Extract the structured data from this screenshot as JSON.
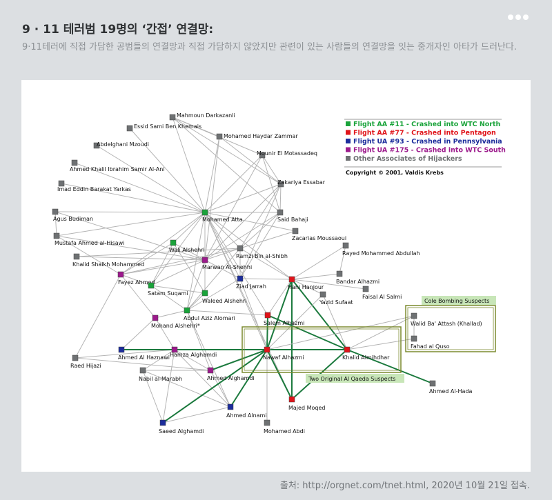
{
  "header": {
    "title": "9 · 11 테러범 19명의 ‘간접’ 연결망:",
    "description": "9·11테러에 직접 가담한 공범들의 연결망과 직접 가담하지 않았지만 관련이 있는 사람들의 연결망을 잇는 중개자인 아타가 드러난다."
  },
  "footer": {
    "source": "출처: http://orgnet.com/tnet.html, 2020년 10월 21일 접속."
  },
  "legend": {
    "items": [
      {
        "label": "Flight AA #11 - Crashed into WTC North",
        "color": "#1aa33a"
      },
      {
        "label": "Flight AA #77 - Crashed into Pentagon",
        "color": "#e0141a"
      },
      {
        "label": "Flight UA #93 - Crashed in Pennsylvania",
        "color": "#1c2d9c"
      },
      {
        "label": "Flight UA #175 - Crashed into WTC South",
        "color": "#9c1a8c"
      },
      {
        "label": "Other Associates of Hijackers",
        "color": "#6e7173"
      }
    ],
    "copyright": "Copyright © 2001, Valdis Krebs"
  },
  "groups": [
    {
      "id": "cole",
      "label": "Cole Bombing Suspects"
    },
    {
      "id": "qaeda",
      "label": "Two Original Al Qaeda Suspects"
    }
  ],
  "colors": {
    "green": "#1aa33a",
    "red": "#e0141a",
    "blue": "#1c2d9c",
    "purple": "#9c1a8c",
    "gray": "#6e7173",
    "edge_gray": "#b4b4b4",
    "edge_green": "#1c7a3e",
    "box_border": "#7b8a2e",
    "box_label_bg": "#c8e6b8"
  },
  "nodes": [
    {
      "id": "mahmoun",
      "label": "Mahmoun Darkazanli",
      "type": "gray"
    },
    {
      "id": "essid",
      "label": "Essid Sami Ben Khemais",
      "type": "gray"
    },
    {
      "id": "haydar",
      "label": "Mohamed Haydar Zammar",
      "type": "gray"
    },
    {
      "id": "mzoudi",
      "label": "Abdelghani Mzoudi",
      "type": "gray"
    },
    {
      "id": "motassadeq",
      "label": "Mounir El Motassadeq",
      "type": "gray"
    },
    {
      "id": "ahmedkhalil",
      "label": "Ahmed Khalil Ibrahim Samir Al-Ani",
      "type": "gray"
    },
    {
      "id": "zakariya",
      "label": "Zakariya Essabar",
      "type": "gray"
    },
    {
      "id": "imad",
      "label": "Imad Eddin Barakat Yarkas",
      "type": "gray"
    },
    {
      "id": "agus",
      "label": "Agus Budiman",
      "type": "gray"
    },
    {
      "id": "atta",
      "label": "Mohamed Atta",
      "type": "green"
    },
    {
      "id": "bahaji",
      "label": "Said Bahaji",
      "type": "gray"
    },
    {
      "id": "moussaoui",
      "label": "Zacarias Moussaoui",
      "type": "gray"
    },
    {
      "id": "mustafa",
      "label": "Mustafa Ahmed al-Hisawi",
      "type": "gray"
    },
    {
      "id": "walisheh",
      "label": "Wali Alshehri",
      "type": "green"
    },
    {
      "id": "ramzi",
      "label": "Ramzi Bin al-Shibh",
      "type": "gray"
    },
    {
      "id": "rayed",
      "label": "Rayed Mohammed Abdullah",
      "type": "gray"
    },
    {
      "id": "khalidsheikh",
      "label": "Khalid Shaikh Mohammed",
      "type": "gray"
    },
    {
      "id": "marwan",
      "label": "Marwan Al-Shehhi",
      "type": "purple"
    },
    {
      "id": "fayez",
      "label": "Fayez Ahmed",
      "type": "purple"
    },
    {
      "id": "bandar",
      "label": "Bandar Alhazmi",
      "type": "gray"
    },
    {
      "id": "jarrah",
      "label": "Ziad Jarrah",
      "type": "blue"
    },
    {
      "id": "hanjour",
      "label": "Hani Hanjour",
      "type": "red"
    },
    {
      "id": "satam",
      "label": "Satam Suqami",
      "type": "green"
    },
    {
      "id": "faisal",
      "label": "Faisal Al Salmi",
      "type": "gray"
    },
    {
      "id": "waleed",
      "label": "Waleed Alshehri",
      "type": "green"
    },
    {
      "id": "yazid",
      "label": "Yazid Sufaat",
      "type": "gray"
    },
    {
      "id": "omari",
      "label": "Abdul Aziz Alomari",
      "type": "green"
    },
    {
      "id": "salem",
      "label": "Salem Alhazmi",
      "type": "red"
    },
    {
      "id": "mohand",
      "label": "Mohand Alshehri*",
      "type": "purple"
    },
    {
      "id": "walid",
      "label": "Walid Ba' Attash (Khallad)",
      "type": "gray"
    },
    {
      "id": "fahad",
      "label": "Fahad al Quso",
      "type": "gray"
    },
    {
      "id": "raed",
      "label": "Raed Hijazi",
      "type": "gray"
    },
    {
      "id": "haznawi",
      "label": "Ahmed Al Haznawi",
      "type": "blue"
    },
    {
      "id": "hamza",
      "label": "Hamza Alghamdi",
      "type": "purple"
    },
    {
      "id": "nawaf",
      "label": "Nawaf Alhazmi",
      "type": "red"
    },
    {
      "id": "mihdhar",
      "label": "Khalid Almihdhar",
      "type": "red"
    },
    {
      "id": "nabil",
      "label": "Nabil al-Marabh",
      "type": "gray"
    },
    {
      "id": "ahmedghamdi",
      "label": "Ahmed Alghamdi",
      "type": "purple"
    },
    {
      "id": "ahmedhada",
      "label": "Ahmed Al-Hada",
      "type": "gray"
    },
    {
      "id": "majed",
      "label": "Majed Moqed",
      "type": "red"
    },
    {
      "id": "alnami",
      "label": "Ahmed Alnami",
      "type": "blue"
    },
    {
      "id": "saeed",
      "label": "Saeed Alghamdi",
      "type": "blue"
    },
    {
      "id": "abdi",
      "label": "Mohamed Abdi",
      "type": "gray"
    }
  ],
  "edges": [
    [
      "mahmoun",
      "haydar"
    ],
    [
      "mahmoun",
      "atta"
    ],
    [
      "mahmoun",
      "zakariya"
    ],
    [
      "mahmoun",
      "bahaji"
    ],
    [
      "mahmoun",
      "motassadeq"
    ],
    [
      "essid",
      "atta"
    ],
    [
      "mzoudi",
      "atta"
    ],
    [
      "ahmedkhalil",
      "atta"
    ],
    [
      "imad",
      "atta"
    ],
    [
      "agus",
      "atta"
    ],
    [
      "haydar",
      "atta"
    ],
    [
      "haydar",
      "marwan"
    ],
    [
      "haydar",
      "zakariya"
    ],
    [
      "motassadeq",
      "atta"
    ],
    [
      "motassadeq",
      "marwan"
    ],
    [
      "motassadeq",
      "zakariya"
    ],
    [
      "motassadeq",
      "bahaji"
    ],
    [
      "zakariya",
      "atta"
    ],
    [
      "zakariya",
      "marwan"
    ],
    [
      "zakariya",
      "bahaji"
    ],
    [
      "zakariya",
      "jarrah"
    ],
    [
      "zakariya",
      "ramzi"
    ],
    [
      "bahaji",
      "atta"
    ],
    [
      "bahaji",
      "marwan"
    ],
    [
      "bahaji",
      "jarrah"
    ],
    [
      "bahaji",
      "ramzi"
    ],
    [
      "agus",
      "marwan"
    ],
    [
      "agus",
      "mustafa"
    ],
    [
      "mustafa",
      "marwan"
    ],
    [
      "mustafa",
      "atta"
    ],
    [
      "mustafa",
      "fayez"
    ],
    [
      "khalidsheikh",
      "marwan"
    ],
    [
      "khalidsheikh",
      "ramzi"
    ],
    [
      "atta",
      "marwan"
    ],
    [
      "atta",
      "ramzi"
    ],
    [
      "atta",
      "jarrah"
    ],
    [
      "atta",
      "walisheh"
    ],
    [
      "atta",
      "waleed"
    ],
    [
      "atta",
      "satam"
    ],
    [
      "atta",
      "omari"
    ],
    [
      "atta",
      "fayez"
    ],
    [
      "atta",
      "hanjour"
    ],
    [
      "atta",
      "nawaf"
    ],
    [
      "atta",
      "moussaoui"
    ],
    [
      "atta",
      "majed"
    ],
    [
      "atta",
      "salem"
    ],
    [
      "marwan",
      "jarrah"
    ],
    [
      "marwan",
      "ramzi"
    ],
    [
      "marwan",
      "fayez"
    ],
    [
      "marwan",
      "walisheh"
    ],
    [
      "marwan",
      "satam"
    ],
    [
      "marwan",
      "waleed"
    ],
    [
      "marwan",
      "omari"
    ],
    [
      "ramzi",
      "jarrah"
    ],
    [
      "ramzi",
      "moussaoui"
    ],
    [
      "ramzi",
      "hanjour"
    ],
    [
      "ramzi",
      "omari"
    ],
    [
      "ramzi",
      "fayez"
    ],
    [
      "jarrah",
      "omari"
    ],
    [
      "jarrah",
      "hanjour"
    ],
    [
      "jarrah",
      "nawaf"
    ],
    [
      "fayez",
      "satam"
    ],
    [
      "fayez",
      "mohand"
    ],
    [
      "fayez",
      "raed"
    ],
    [
      "fayez",
      "walisheh"
    ],
    [
      "walisheh",
      "satam"
    ],
    [
      "walisheh",
      "waleed"
    ],
    [
      "satam",
      "waleed"
    ],
    [
      "satam",
      "omari"
    ],
    [
      "waleed",
      "omari"
    ],
    [
      "omari",
      "mohand"
    ],
    [
      "omari",
      "alnami"
    ],
    [
      "omari",
      "ahmedghamdi"
    ],
    [
      "omari",
      "salem"
    ],
    [
      "mohand",
      "hamza"
    ],
    [
      "mohand",
      "haznawi"
    ],
    [
      "haznawi",
      "hamza"
    ],
    [
      "hamza",
      "nabil"
    ],
    [
      "hamza",
      "ahmedghamdi"
    ],
    [
      "hamza",
      "alnami"
    ],
    [
      "hamza",
      "saeed"
    ],
    [
      "hamza",
      "nawaf"
    ],
    [
      "hamza",
      "raed"
    ],
    [
      "raed",
      "ahmedghamdi"
    ],
    [
      "nabil",
      "alnami"
    ],
    [
      "nabil",
      "saeed"
    ],
    [
      "nabil",
      "ahmedghamdi"
    ],
    [
      "ahmedghamdi",
      "nawaf"
    ],
    [
      "alnami",
      "saeed"
    ],
    [
      "alnami",
      "nawaf"
    ],
    [
      "alnami",
      "ahmedghamdi"
    ],
    [
      "saeed",
      "nawaf"
    ],
    [
      "hanjour",
      "nawaf"
    ],
    [
      "hanjour",
      "mihdhar"
    ],
    [
      "hanjour",
      "salem"
    ],
    [
      "hanjour",
      "majed"
    ],
    [
      "hanjour",
      "bandar"
    ],
    [
      "hanjour",
      "rayed"
    ],
    [
      "hanjour",
      "yazid"
    ],
    [
      "hanjour",
      "faisal"
    ],
    [
      "nawaf",
      "mihdhar"
    ],
    [
      "nawaf",
      "salem"
    ],
    [
      "nawaf",
      "majed"
    ],
    [
      "nawaf",
      "abdi"
    ],
    [
      "nawaf",
      "yazid"
    ],
    [
      "nawaf",
      "haznawi"
    ],
    [
      "nawaf",
      "walid"
    ],
    [
      "mihdhar",
      "salem"
    ],
    [
      "mihdhar",
      "majed"
    ],
    [
      "mihdhar",
      "ahmedhada"
    ],
    [
      "mihdhar",
      "walid"
    ],
    [
      "mihdhar",
      "fahad"
    ],
    [
      "mihdhar",
      "yazid"
    ],
    [
      "bandar",
      "rayed"
    ],
    [
      "fahad",
      "walid"
    ]
  ],
  "strong_edges": [
    [
      "hanjour",
      "nawaf"
    ],
    [
      "hanjour",
      "mihdhar"
    ],
    [
      "nawaf",
      "mihdhar"
    ],
    [
      "nawaf",
      "saeed"
    ],
    [
      "nawaf",
      "alnami"
    ],
    [
      "nawaf",
      "ahmedghamdi"
    ],
    [
      "nawaf",
      "haznawi"
    ],
    [
      "nawaf",
      "hamza"
    ],
    [
      "mihdhar",
      "ahmedhada"
    ],
    [
      "nawaf",
      "salem"
    ],
    [
      "majed",
      "mihdhar"
    ],
    [
      "salem",
      "mihdhar"
    ],
    [
      "hanjour",
      "majed"
    ],
    [
      "nawaf",
      "majed"
    ]
  ]
}
